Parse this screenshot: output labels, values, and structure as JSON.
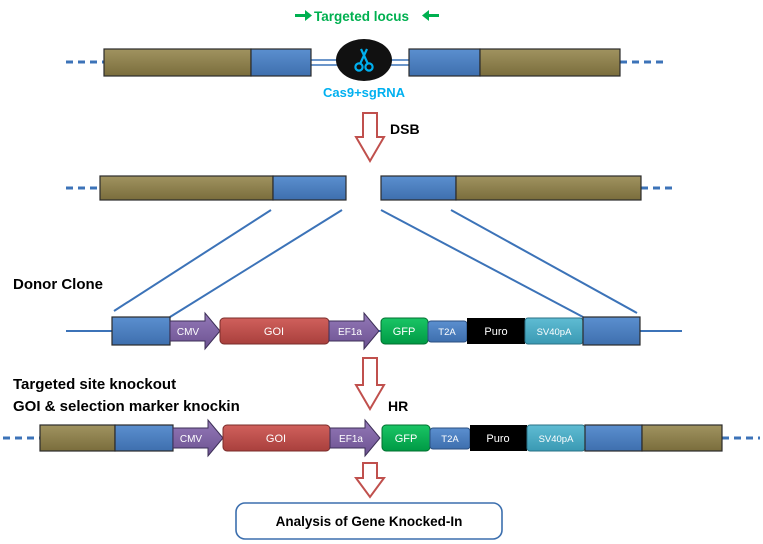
{
  "header": {
    "targeted_locus": "Targeted locus",
    "cas9": "Cas9+sgRNA"
  },
  "steps": {
    "dsb": "DSB",
    "donor_clone": "Donor Clone",
    "knockout_line1": "Targeted site knockout",
    "knockout_line2": "GOI & selection marker knockin",
    "hr": "HR",
    "analysis": "Analysis of Gene Knocked-In"
  },
  "elements": {
    "cmv": "CMV",
    "goi": "GOI",
    "ef1a": "EF1a",
    "gfp": "GFP",
    "t2a": "T2A",
    "puro": "Puro",
    "sv40pa": "SV40pA"
  },
  "icons": {
    "scissors": "scissors-icon",
    "arrows": "green-arrow-icon"
  },
  "colors": {
    "exon_olive": "#8c7e4a",
    "homology_blue": "#4f81bd",
    "promoter_purple": "#8064a2",
    "goi_red": "#c0504d",
    "gfp_green": "#00b050",
    "puro_black": "#000000",
    "sv40_teal": "#4bacc6",
    "targeted_green": "#00b050",
    "cas9_blue": "#00b0f0",
    "arrow_red": "#c0504d",
    "line_blue": "#3c73b8"
  }
}
